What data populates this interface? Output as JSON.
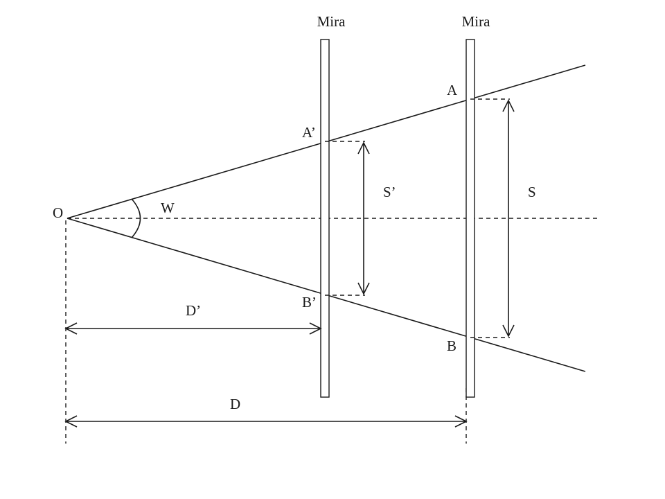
{
  "labels": {
    "staff_left": "Mira",
    "staff_right": "Mira",
    "origin": "O",
    "angle": "W",
    "point_a": "A",
    "point_a_prime": "A’",
    "point_b": "B",
    "point_b_prime": "B’",
    "span_s": "S",
    "span_s_prime": "S’",
    "distance_d": "D",
    "distance_d_prime": "D’"
  }
}
